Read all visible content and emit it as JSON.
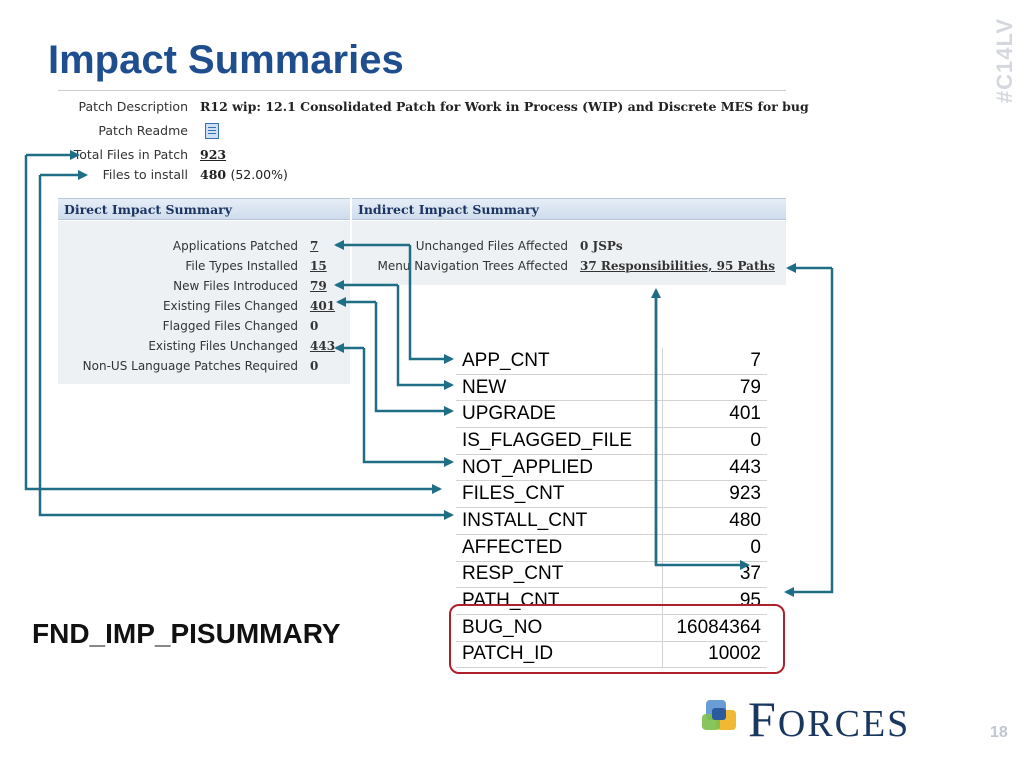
{
  "slide": {
    "title": "Impact Summaries",
    "watermark": "#C14LV",
    "table_name": "FND_IMP_PISUMMARY",
    "page_number": "18",
    "brand": "Forces"
  },
  "patch": {
    "description_label": "Patch Description",
    "description_value": "R12 wip: 12.1 Consolidated Patch for Work in Process (WIP) and Discrete MES for bug",
    "readme_label": "Patch Readme",
    "total_files_label": "Total Files in Patch",
    "total_files_value": "923",
    "files_to_install_label": "Files to install",
    "files_to_install_value": "480",
    "files_to_install_pct": "(52.00%)"
  },
  "direct": {
    "header": "Direct Impact Summary",
    "rows": [
      {
        "label": "Applications Patched",
        "value": "7"
      },
      {
        "label": "File Types Installed",
        "value": "15"
      },
      {
        "label": "New Files Introduced",
        "value": "79"
      },
      {
        "label": "Existing Files Changed",
        "value": "401"
      },
      {
        "label": "Flagged Files Changed",
        "value": "0"
      },
      {
        "label": "Existing Files Unchanged",
        "value": "443"
      },
      {
        "label": "Non-US Language Patches Required",
        "value": "0"
      }
    ]
  },
  "indirect": {
    "header": "Indirect Impact Summary",
    "rows": [
      {
        "label": "Unchanged Files Affected",
        "value": "0 JSPs"
      },
      {
        "label": "Menu Navigation Trees Affected",
        "value": "37 Responsibilities, 95 Paths"
      }
    ]
  },
  "db_table": {
    "rows": [
      {
        "col": "APP_CNT",
        "val": "7"
      },
      {
        "col": "NEW",
        "val": "79"
      },
      {
        "col": "UPGRADE",
        "val": "401"
      },
      {
        "col": "IS_FLAGGED_FILE",
        "val": "0"
      },
      {
        "col": "NOT_APPLIED",
        "val": "443"
      },
      {
        "col": "FILES_CNT",
        "val": "923"
      },
      {
        "col": "INSTALL_CNT",
        "val": "480"
      },
      {
        "col": "AFFECTED",
        "val": "0"
      },
      {
        "col": "RESP_CNT",
        "val": "37"
      },
      {
        "col": "PATH_CNT",
        "val": "95"
      },
      {
        "col": "BUG_NO",
        "val": "16084364"
      },
      {
        "col": "PATCH_ID",
        "val": "10002"
      }
    ]
  },
  "colors": {
    "title": "#1f4e8f",
    "arrow": "#1f6e86",
    "highlight": "#b0202a"
  },
  "icons": [
    "readme-icon",
    "forces-logo-icon"
  ]
}
